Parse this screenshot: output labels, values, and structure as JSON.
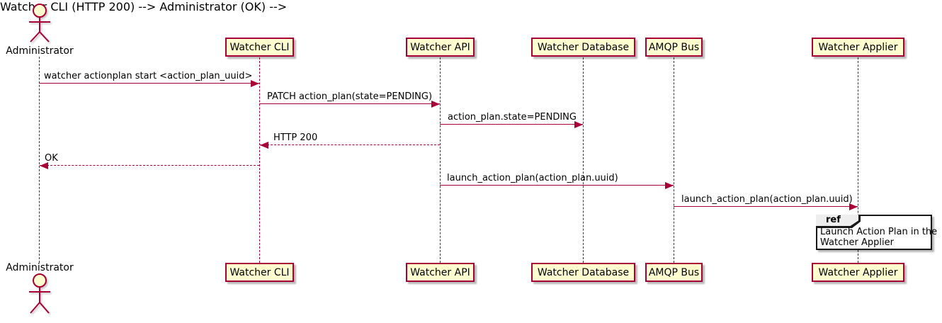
{
  "actor": {
    "label": "Administrator"
  },
  "participants": [
    {
      "label": "Watcher CLI"
    },
    {
      "label": "Watcher API"
    },
    {
      "label": "Watcher Database"
    },
    {
      "label": "AMQP Bus"
    },
    {
      "label": "Watcher Applier"
    }
  ],
  "messages": [
    {
      "label": "watcher actionplan start <action_plan_uuid>",
      "from": "Administrator",
      "to": "Watcher CLI",
      "style": "solid",
      "direction": "right"
    },
    {
      "label": "PATCH action_plan(state=PENDING)",
      "from": "Watcher CLI",
      "to": "Watcher API",
      "style": "solid",
      "direction": "right"
    },
    {
      "label": "action_plan.state=PENDING",
      "from": "Watcher API",
      "to": "Watcher Database",
      "style": "solid",
      "direction": "right"
    },
    {
      "label": "HTTP 200",
      "from": "Watcher API",
      "to": "Watcher CLI",
      "style": "dashed",
      "direction": "left"
    },
    {
      "label": "OK",
      "from": "Watcher CLI",
      "to": "Administrator",
      "style": "dashed",
      "direction": "left"
    },
    {
      "label": "launch_action_plan(action_plan.uuid)",
      "from": "Watcher API",
      "to": "AMQP Bus",
      "style": "solid",
      "direction": "right"
    },
    {
      "label": "launch_action_plan(action_plan.uuid)",
      "from": "AMQP Bus",
      "to": "Watcher Applier",
      "style": "solid",
      "direction": "right"
    }
  ],
  "ref": {
    "tag": "ref",
    "line1": "Launch Action Plan in the",
    "line2": "Watcher Applier"
  },
  "colors": {
    "participant_fill": "#FEFECE",
    "line": "#A80036",
    "text": "#000000",
    "ref_fill": "#FFFFFF",
    "ref_tab_fill": "#EEEEEE",
    "ref_border": "#181818",
    "background": "#FFFFFF"
  }
}
